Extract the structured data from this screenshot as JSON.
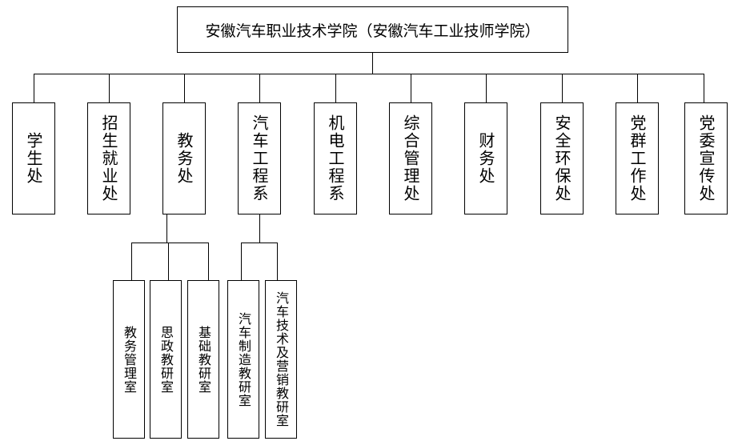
{
  "root": {
    "label": "安徽汽车职业技术学院（安徽汽车工业技师学院）"
  },
  "departments": [
    {
      "label": "学生处"
    },
    {
      "label": "招生就业处"
    },
    {
      "label": "教务处"
    },
    {
      "label": "汽车工程系"
    },
    {
      "label": "机电工程系"
    },
    {
      "label": "综合管理处"
    },
    {
      "label": "财务处"
    },
    {
      "label": "安全环保处"
    },
    {
      "label": "党群工作处"
    },
    {
      "label": "党委宣传处"
    }
  ],
  "jiaowu_units": [
    {
      "label": "教务管理室"
    },
    {
      "label": "思政教研室"
    },
    {
      "label": "基础教研室"
    }
  ],
  "qiche_units": [
    {
      "label": "汽车制造教研室"
    },
    {
      "label": "汽车技术及营销教研室"
    }
  ]
}
